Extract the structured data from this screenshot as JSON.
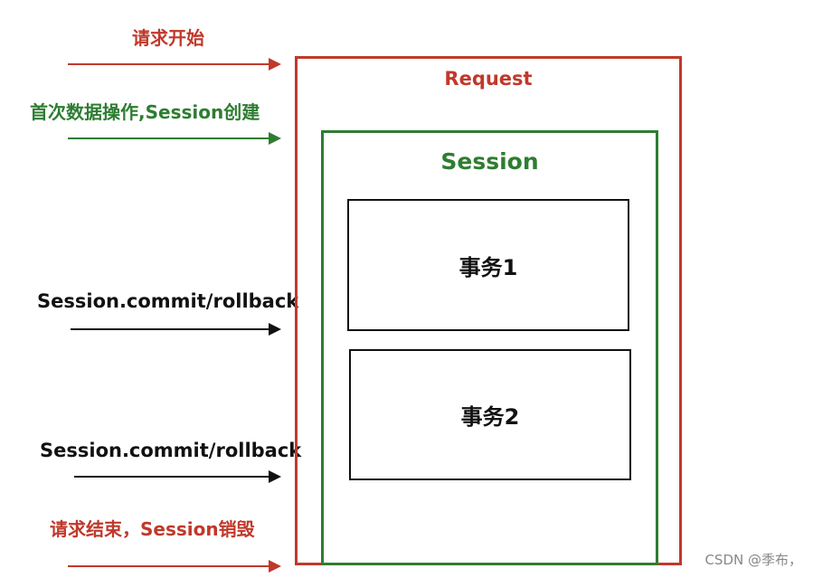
{
  "labels": {
    "request_start": "请求开始",
    "session_create": "首次数据操作,Session创建",
    "commit_1": "Session.commit/rollback",
    "commit_2": "Session.commit/rollback",
    "request_end": "请求结束，Session销毁"
  },
  "boxes": {
    "request": "Request",
    "session": "Session",
    "transaction_1": "事务1",
    "transaction_2": "事务2"
  },
  "watermark": "CSDN @季布，",
  "colors": {
    "request": "#c0392b",
    "session": "#2e7d32",
    "transaction": "#111111"
  }
}
